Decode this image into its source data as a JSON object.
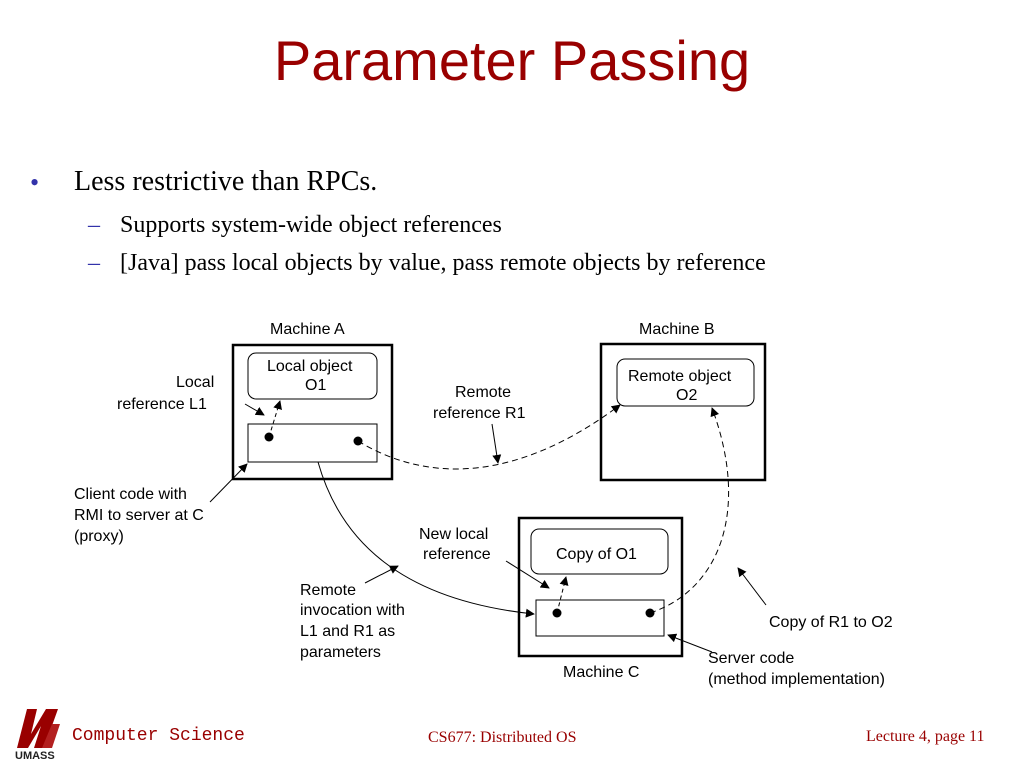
{
  "slide": {
    "title": "Parameter Passing",
    "bullets": [
      {
        "text": "Less restrictive than RPCs.",
        "subbullets": [
          "Supports system-wide object references",
          "[Java] pass  local objects by value, pass remote objects by reference"
        ]
      }
    ]
  },
  "diagram": {
    "machine_a": {
      "label": "Machine A",
      "object_label_1": "Local object",
      "object_label_2": "O1"
    },
    "machine_b": {
      "label": "Machine B",
      "object_label_1": "Remote object",
      "object_label_2": "O2"
    },
    "machine_c": {
      "label": "Machine C",
      "object_label": "Copy of O1"
    },
    "labels": {
      "local_ref_1": "Local",
      "local_ref_2": "reference L1",
      "remote_ref_1": "Remote",
      "remote_ref_2": "reference R1",
      "client_code_1": "Client code with",
      "client_code_2": "RMI to server at C",
      "client_code_3": "(proxy)",
      "new_local_1": "New local",
      "new_local_2": "reference",
      "remote_inv_1": "Remote",
      "remote_inv_2": "invocation with",
      "remote_inv_3": "L1 and R1 as",
      "remote_inv_4": "parameters",
      "copy_r1": "Copy of R1 to O2",
      "server_code_1": "Server code",
      "server_code_2": "(method implementation)"
    }
  },
  "footer": {
    "logo_text": "UMASS",
    "department": "Computer Science",
    "course": "CS677: Distributed OS",
    "page": "Lecture 4, page 11"
  },
  "colors": {
    "title": "#990000",
    "bullet": "#3333aa",
    "footer": "#990000"
  }
}
